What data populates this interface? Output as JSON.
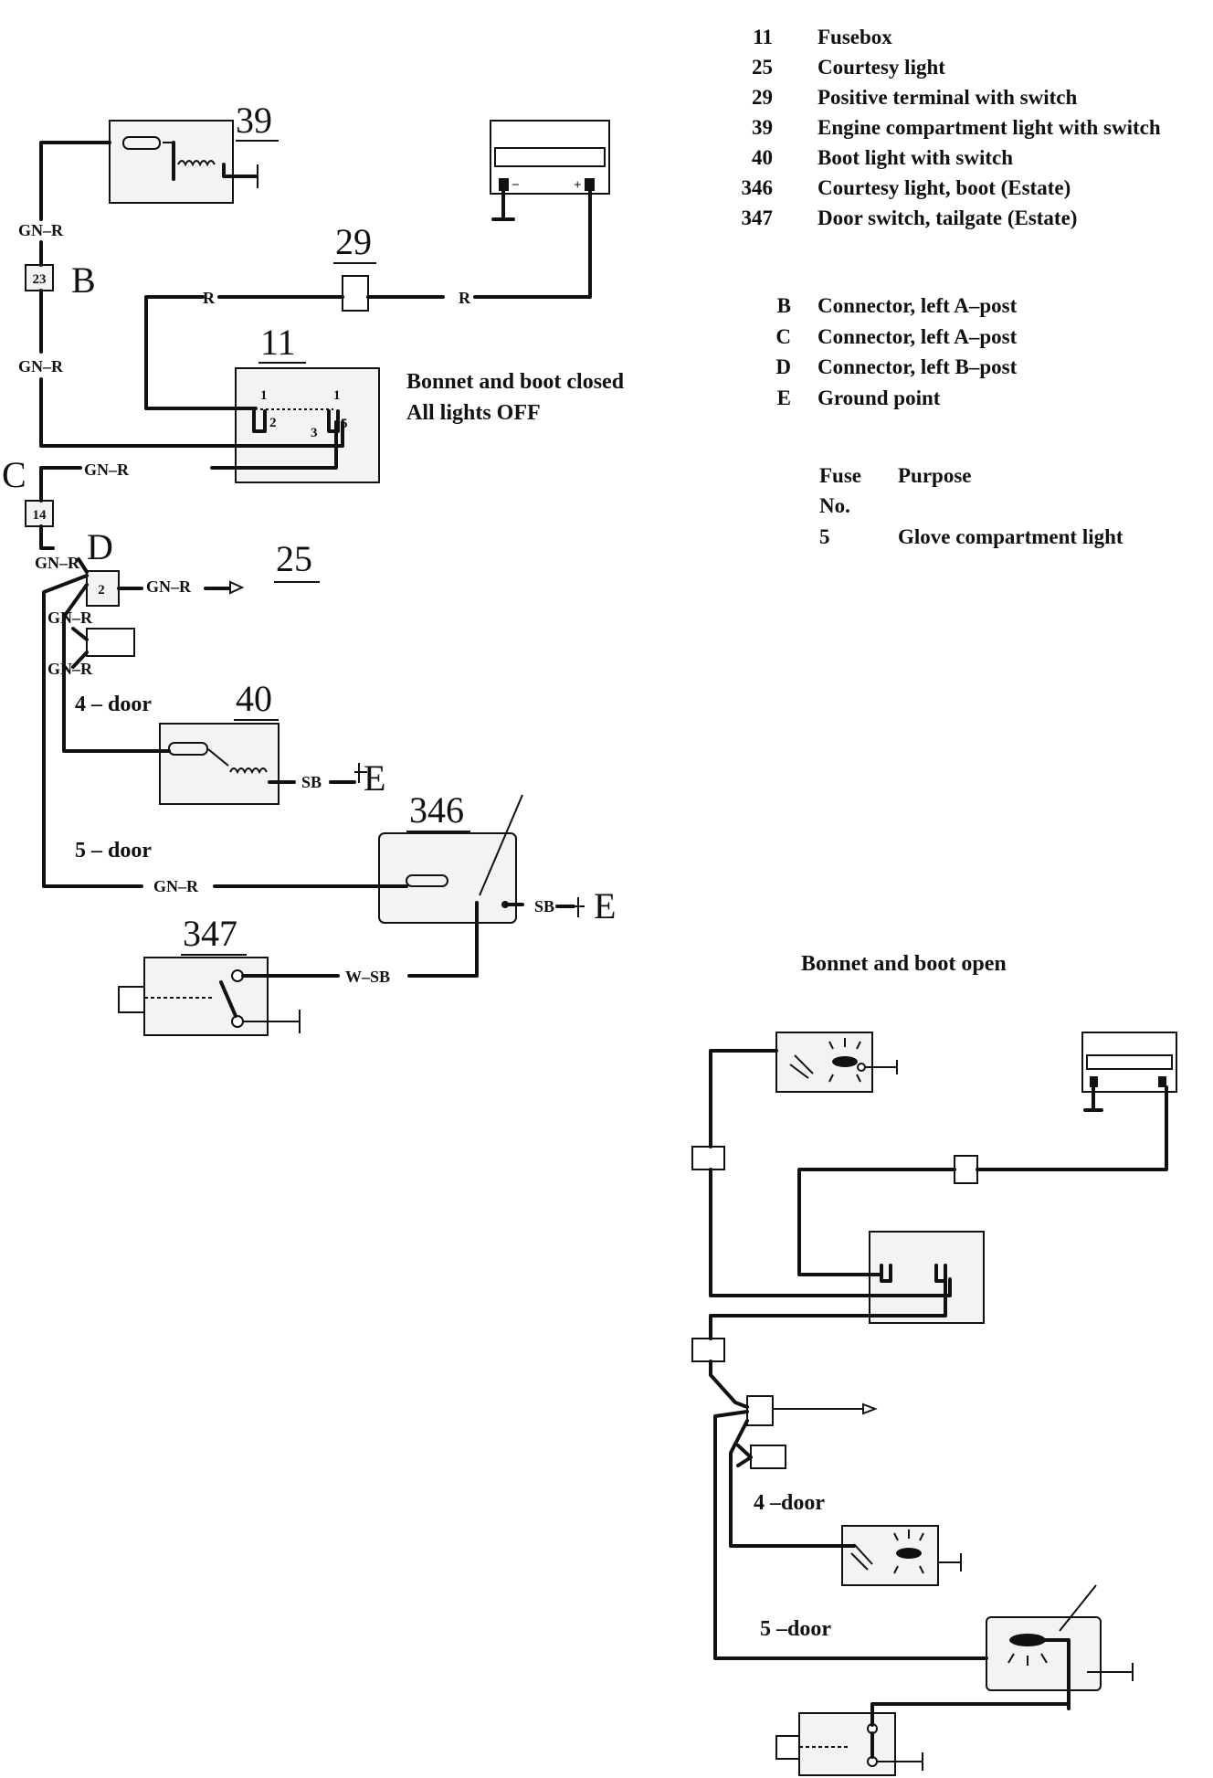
{
  "legend": {
    "components": [
      {
        "num": "11",
        "desc": "Fusebox"
      },
      {
        "num": "25",
        "desc": "Courtesy light"
      },
      {
        "num": "29",
        "desc": "Positive terminal with switch"
      },
      {
        "num": "39",
        "desc": "Engine compartment light with switch"
      },
      {
        "num": "40",
        "desc": "Boot light with switch"
      },
      {
        "num": "346",
        "desc": "Courtesy light, boot (Estate)"
      },
      {
        "num": "347",
        "desc": "Door switch, tailgate (Estate)"
      }
    ],
    "connectors": [
      {
        "letter": "B",
        "desc": "Connector, left A–post"
      },
      {
        "letter": "C",
        "desc": "Connector, left A–post"
      },
      {
        "letter": "D",
        "desc": "Connector, left B–post"
      },
      {
        "letter": "E",
        "desc": "Ground point"
      }
    ],
    "fuse_table": {
      "header_no": "Fuse",
      "header_no2": "No.",
      "header_purpose": "Purpose",
      "rows": [
        {
          "no": "5",
          "purpose": "Glove compartment light"
        }
      ]
    }
  },
  "closed_diagram": {
    "caption_line1": "Bonnet and boot closed",
    "caption_line2": "All lights OFF",
    "labels": {
      "c39": "39",
      "c29": "29",
      "c11": "11",
      "c25": "25",
      "c40": "40",
      "c346": "346",
      "c347": "347",
      "conn_b": "B",
      "conn_c": "C",
      "conn_d": "D",
      "ground_e1": "E",
      "ground_e2": "E",
      "pin_b": "23",
      "pin_c": "14",
      "pin_d": "2",
      "fuse_pin_1a": "1",
      "fuse_pin_1b": "1",
      "fuse_pin_2": "2",
      "fuse_pin_3": "3",
      "fuse_pin_5": "5",
      "batt_minus": "−",
      "batt_plus": "+"
    },
    "wires": {
      "gnr_top": "GN–R",
      "gnr_mid": "GN–R",
      "gnr_c": "GN–R",
      "gnr_d_in": "GN–R",
      "gnr_25": "GN–R",
      "gnr_d1": "GN–R",
      "gnr_d2": "GN–R",
      "gnr_346": "GN–R",
      "r_left": "R",
      "r_right": "R",
      "sb_40": "SB",
      "sb_346": "SB",
      "wsb": "W–SB"
    },
    "door_4": "4 – door",
    "door_5": "5 – door"
  },
  "open_diagram": {
    "caption": "Bonnet and boot open",
    "door_4": "4 –door",
    "door_5": "5 –door"
  }
}
